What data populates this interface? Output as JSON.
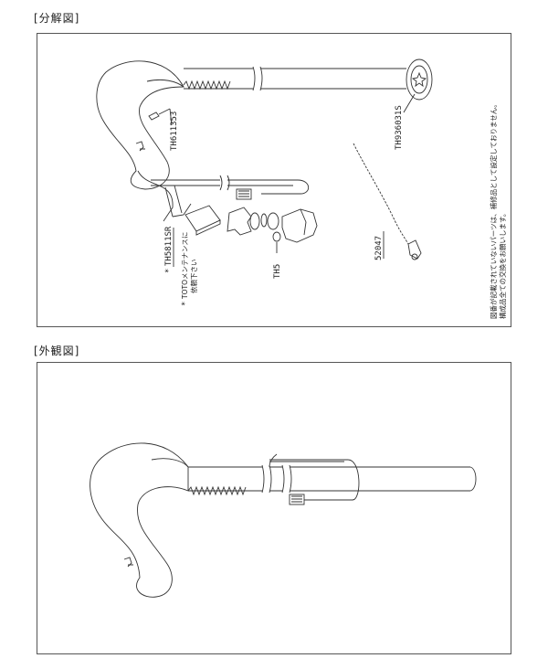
{
  "sections": {
    "exploded_title": "[分解図]",
    "exterior_title": "[外観図]"
  },
  "exploded": {
    "parts": {
      "spout_screw": "TH611353",
      "cap_assembly": "TH936031S",
      "body_unit": "TH5811SR",
      "nut": "TH5",
      "chain": "52047"
    },
    "asterisk": "*",
    "maintenance_note_line1": "TOTOメンテナンスに",
    "maintenance_note_line2": "依頼下さい",
    "side_note_line1": "図番が記載されていないパーツは、補修品として設定しておりません。",
    "side_note_line2": "構成品全ての交換をお願いします。"
  }
}
